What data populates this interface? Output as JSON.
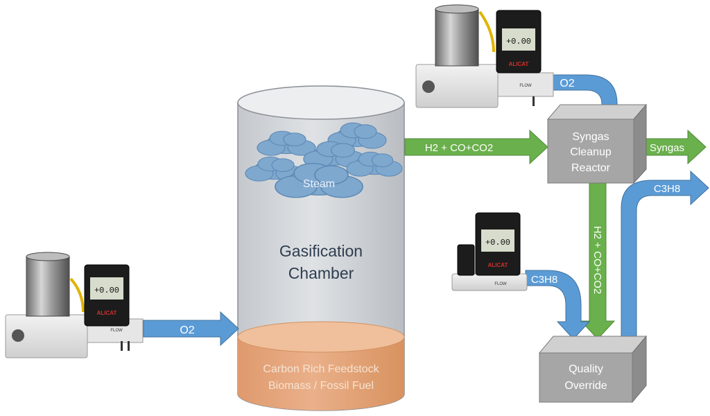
{
  "chamber": {
    "title_line1": "Gasification",
    "title_line2": "Chamber",
    "steam_label": "Steam",
    "feedstock_line1": "Carbon Rich Feedstock",
    "feedstock_line2": "Biomass / Fossil Fuel"
  },
  "reactor": {
    "line1": "Syngas",
    "line2": "Cleanup",
    "line3": "Reactor"
  },
  "override": {
    "line1": "Quality",
    "line2": "Override"
  },
  "flows": {
    "o2_left": "O2",
    "o2_top": "O2",
    "h2_mix_horizontal": "H2 + CO+CO2",
    "h2_mix_vertical": "H2 + CO+CO2",
    "syngas_out": "Syngas",
    "c3h8_in": "C3H8",
    "c3h8_out": "C3H8"
  },
  "controllers": {
    "top_display": "+0.00",
    "middle_display": "+0.00",
    "left_display": "+0.00",
    "brand": "ALICAT",
    "flow_text": "FLOW"
  },
  "colors": {
    "green_arrow": "#6ab04c",
    "blue_arrow": "#5b9bd5",
    "box_gray": "#a6a6a6",
    "chamber_fill": "#d6d9dd",
    "feedstock": "#e8a57a",
    "cloud": "#7fa8cf"
  }
}
